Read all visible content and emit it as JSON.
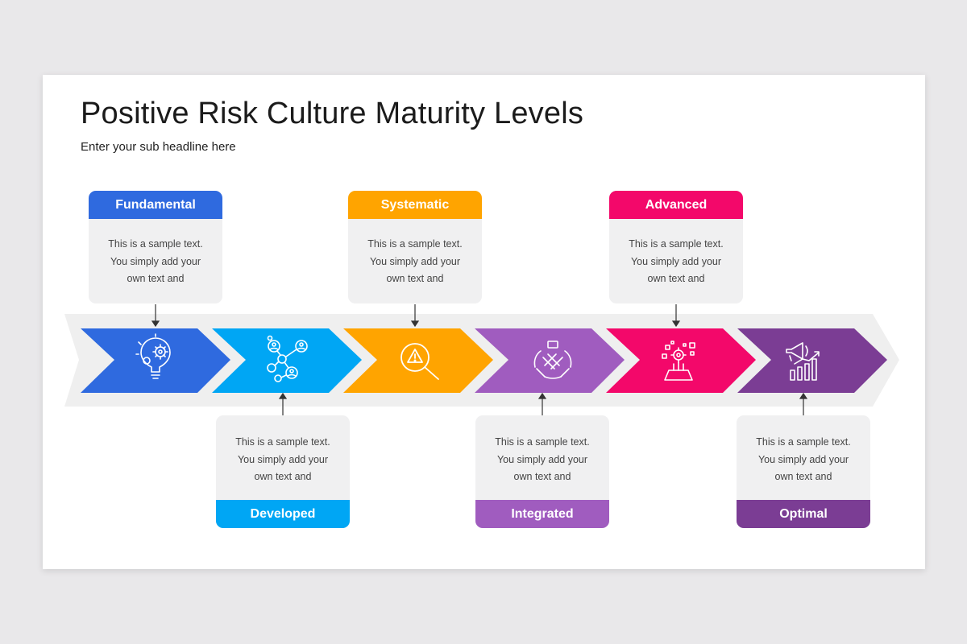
{
  "slide": {
    "title": "Positive Risk Culture Maturity Levels",
    "subtitle": "Enter your sub headline here"
  },
  "stages": [
    {
      "label": "Fundamental",
      "color": "#2f6adf",
      "icon": "lightbulb-gear-icon",
      "position": "top",
      "text": [
        "This is a sample text.",
        "You simply add your",
        "own text  and"
      ]
    },
    {
      "label": "Developed",
      "color": "#00a6f4",
      "icon": "network-people-icon",
      "position": "bottom",
      "text": [
        "This is a sample text.",
        "You simply add your",
        "own text  and"
      ]
    },
    {
      "label": "Systematic",
      "color": "#ffa400",
      "icon": "magnifier-warning-icon",
      "position": "top",
      "text": [
        "This is a sample text.",
        "You simply add your",
        "own text  and"
      ]
    },
    {
      "label": "Integrated",
      "color": "#a05cbf",
      "icon": "teamwork-hands-icon",
      "position": "bottom",
      "text": [
        "This is a sample text.",
        "You simply add your",
        "own text  and"
      ]
    },
    {
      "label": "Advanced",
      "color": "#f3086a",
      "icon": "digital-gear-icon",
      "position": "top",
      "text": [
        "This is a sample text.",
        "You simply add your",
        "own text  and"
      ]
    },
    {
      "label": "Optimal",
      "color": "#7b3d94",
      "icon": "megaphone-growth-chart-icon",
      "position": "bottom",
      "text": [
        "This is a sample text.",
        "You simply add your",
        "own text  and"
      ]
    }
  ],
  "colors": {
    "band": "#efefef",
    "card_bg": "#f0f0f1",
    "background": "#e9e8ea"
  }
}
